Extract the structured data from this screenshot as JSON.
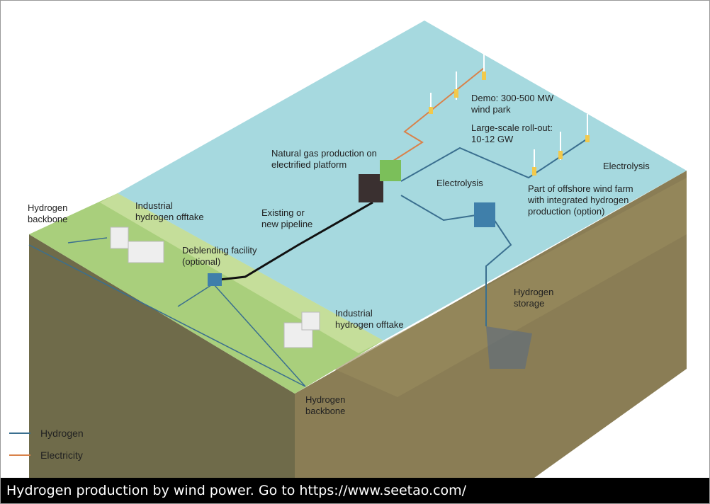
{
  "labels": {
    "backbone_left": [
      "Hydrogen",
      "backbone"
    ],
    "offtake_top": [
      "Industrial",
      "hydrogen offtake"
    ],
    "pipeline": [
      "Existing or",
      "new pipeline"
    ],
    "deblending": [
      "Deblending facility",
      "(optional)"
    ],
    "platform": [
      "Natural gas production on",
      "electrified platform"
    ],
    "electrolysis_platform": "Electrolysis",
    "demo": [
      "Demo: 300-500 MW",
      "wind park"
    ],
    "rollout": [
      "Large-scale roll-out:",
      "10-12 GW"
    ],
    "electrolysis_turbine": "Electrolysis",
    "offshore_farm": [
      "Part of offshore wind farm",
      "with integrated hydrogen",
      "production (option)"
    ],
    "storage": [
      "Hydrogen",
      "storage"
    ],
    "offtake_bottom": [
      "Industrial",
      "hydrogen offtake"
    ],
    "backbone_bottom": [
      "Hydrogen",
      "backbone"
    ]
  },
  "legend": [
    {
      "label": "Hydrogen",
      "color": "#3a6f8f"
    },
    {
      "label": "Electricity",
      "color": "#d9824a"
    }
  ],
  "caption": "Hydrogen production by wind power. Go to https://www.seetao.com/"
}
